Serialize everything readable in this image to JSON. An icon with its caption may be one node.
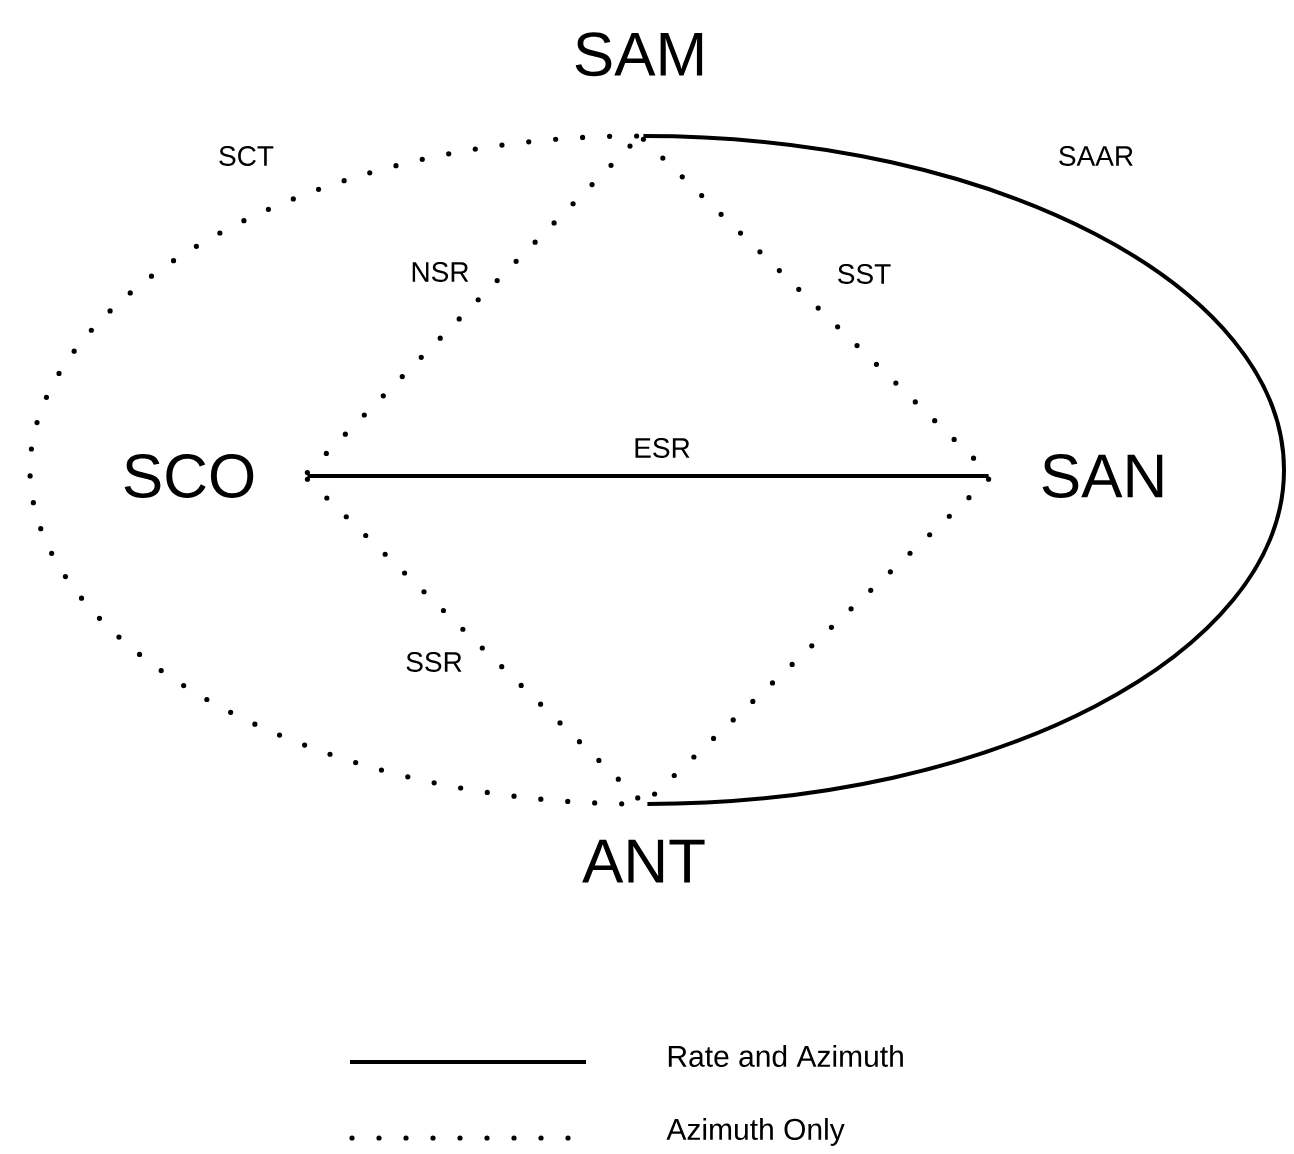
{
  "diagram": {
    "nodes": [
      {
        "text": [
          "SAM"
        ]
      },
      {
        "text": [
          "SCO"
        ]
      },
      {
        "text": [
          "SAN"
        ]
      },
      {
        "text": [
          "ANT"
        ]
      }
    ],
    "edges": [
      {
        "from": 0,
        "to": 3,
        "arrow": "none",
        "label": "SCT",
        "style": "dashed"
      },
      {
        "from": 0,
        "to": 3,
        "arrow": "none",
        "label": "SAAR"
      },
      {
        "from": 1,
        "to": 0,
        "arrow": "none",
        "label": "NSR",
        "style": "dashed"
      },
      {
        "from": 0,
        "to": 2,
        "arrow": "none",
        "label": "SST",
        "style": "dashed"
      },
      {
        "from": 1,
        "to": 2,
        "arrow": "none",
        "label": "ESR"
      },
      {
        "from": 1,
        "to": 3,
        "arrow": "none",
        "label": "SSR",
        "style": "dashed"
      },
      {
        "from": 2,
        "to": 3,
        "arrow": "none",
        "style": "dashed"
      }
    ],
    "legend": [
      {
        "text": "Rate and Azimuth"
      },
      {
        "text": "Azimuth Only"
      }
    ]
  }
}
